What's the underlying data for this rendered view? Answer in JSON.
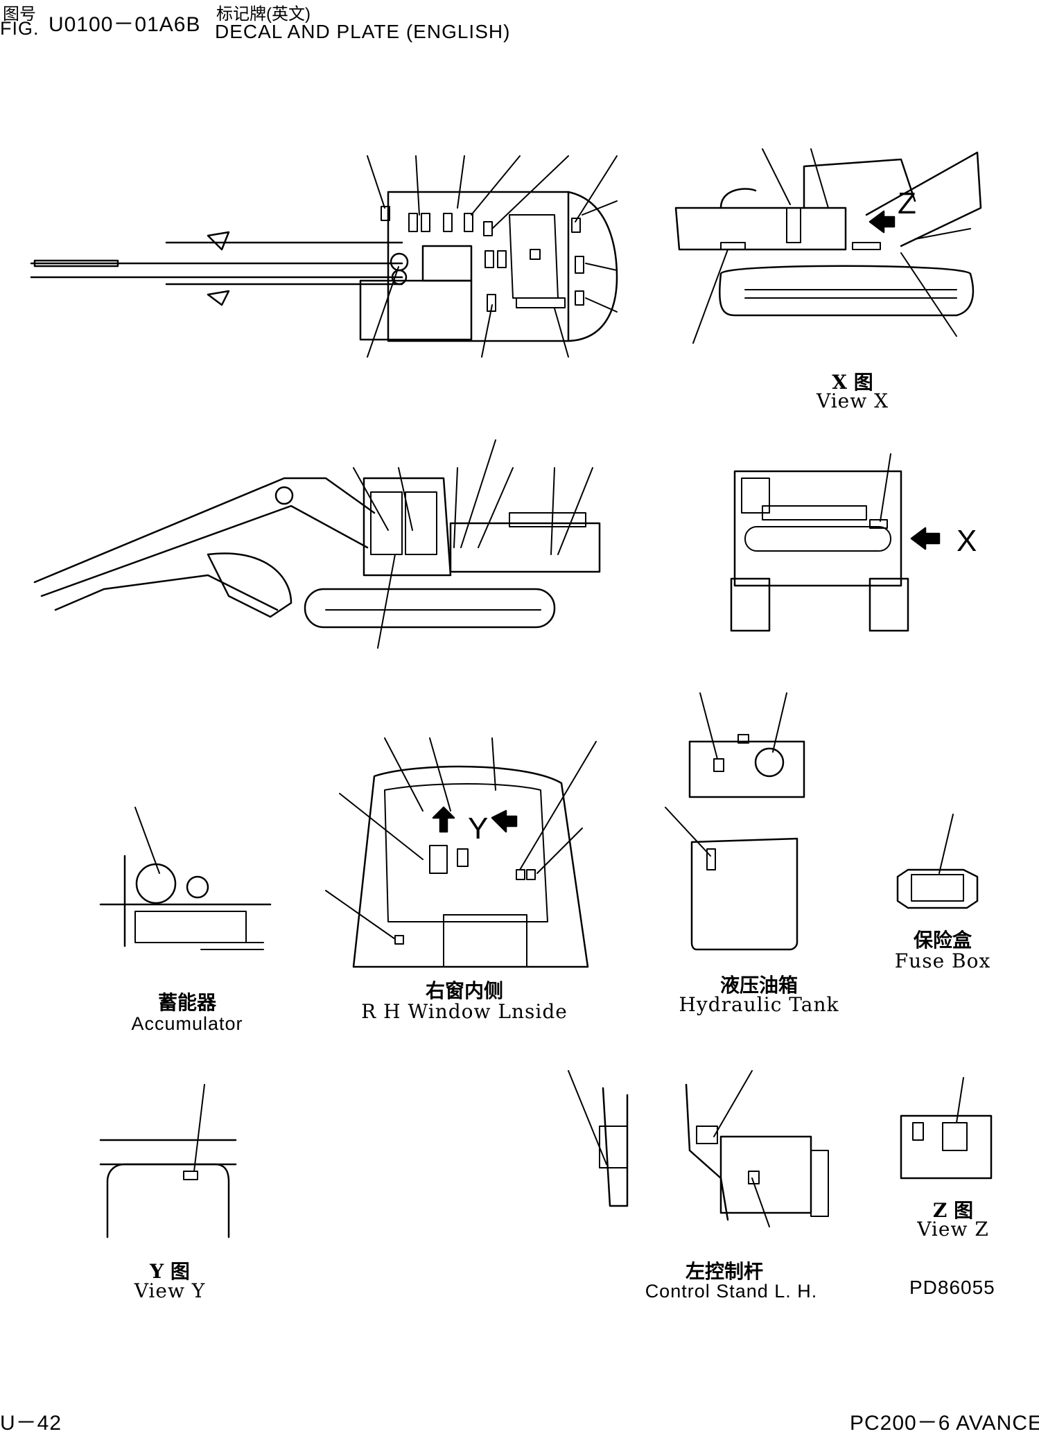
{
  "header": {
    "fig_cn": "图号",
    "fig_en": "FIG.",
    "fig_code": "U0100－01A6B",
    "title_cn": "标记牌(英文)",
    "title_en": "DECAL AND PLATE (ENGLISH)"
  },
  "captions": {
    "view_x": {
      "cn": "X 图",
      "en": "View X"
    },
    "accumulator": {
      "cn": "蓄能器",
      "en": "Accumulator"
    },
    "rh_window": {
      "cn": "右窗内侧",
      "en": "R H Window Lnside"
    },
    "hydraulic_tank": {
      "cn": "液压油箱",
      "en": "Hydraulic Tank"
    },
    "fuse_box": {
      "cn": "保险盒",
      "en": "Fuse Box"
    },
    "view_y": {
      "cn": "Y 图",
      "en": "View Y"
    },
    "control_stand": {
      "cn": "左控制杆",
      "en": "Control Stand L. H."
    },
    "view_z": {
      "cn": "Z 图",
      "en": "View Z"
    }
  },
  "markers": {
    "x": "X",
    "y": "Y",
    "z": "Z"
  },
  "drawing_number": "PD86055",
  "footer": {
    "page": "U－42",
    "model": "PC200－6 AVANCE"
  }
}
